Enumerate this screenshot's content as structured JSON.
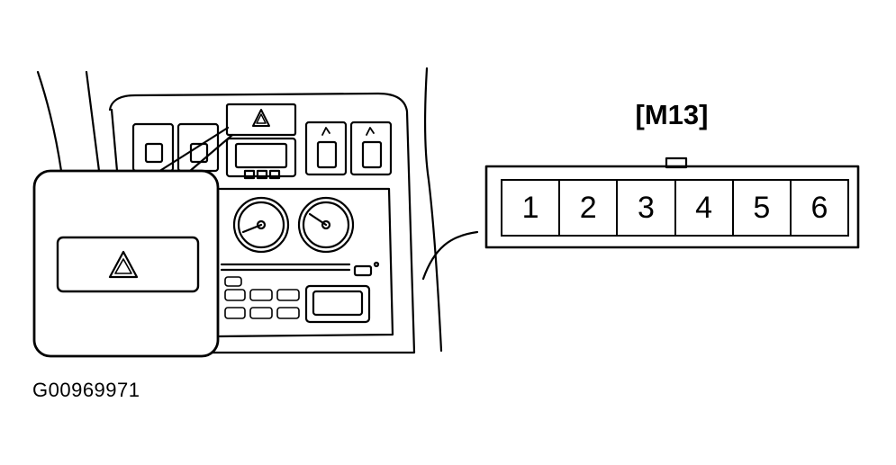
{
  "figure_id": "G00969971",
  "connector": {
    "label": "[M13]",
    "pins": [
      "1",
      "2",
      "3",
      "4",
      "5",
      "6"
    ]
  },
  "icons": {
    "hazard": "hazard-warning-triangle-icon"
  }
}
